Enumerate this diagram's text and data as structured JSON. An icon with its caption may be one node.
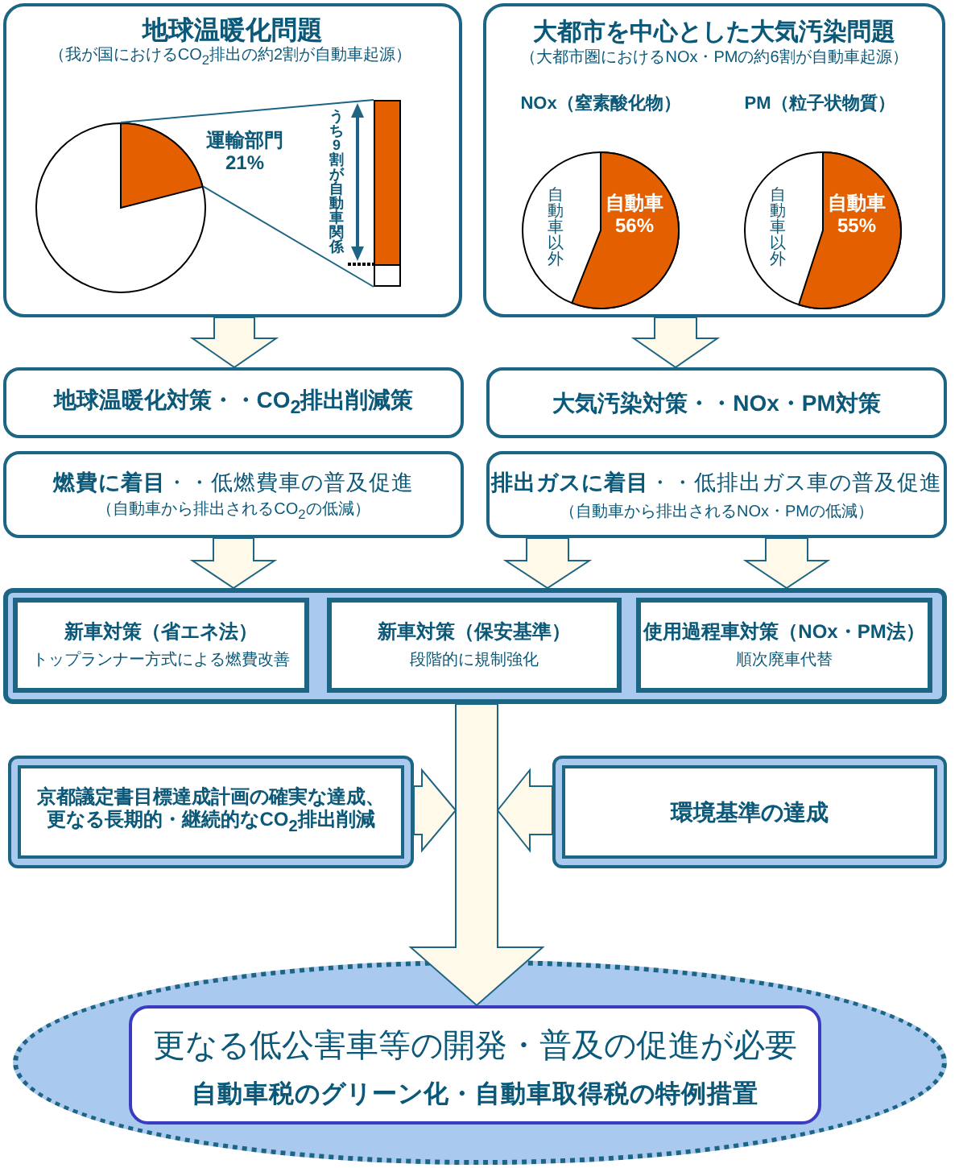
{
  "diagram": {
    "nodes": [
      {
        "text": [
          "地球温暖化問題",
          "（我が国におけるCO$_{2}$排出の約2割が自動車起源）"
        ]
      },
      {
        "text": [],
        "shape": "circle",
        "in": 0,
        "beside": [
          "運輸部門 21%"
        ]
      },
      {
        "text": [],
        "shape": "bar",
        "in": 0,
        "beside": [
          "うち9割が自動車関係"
        ]
      },
      {
        "text": [
          "大都市を中心とした大気汚染問題",
          "（大都市圏におけるNOx・PMの約6割が自動車起源）"
        ]
      },
      {
        "text": [
          "NOx（窒素酸化物）",
          "自動車以外",
          "自動車 56%"
        ],
        "in": 3
      },
      {
        "text": [
          "PM（粒子状物質）",
          "自動車以外",
          "自動車 55%"
        ],
        "in": 3
      },
      {
        "text": [
          "地球温暖化対策・・CO$_{2}$排出削減策"
        ]
      },
      {
        "text": [
          "大気汚染対策・・NOx・PM対策"
        ]
      },
      {
        "text": [
          "**燃費に着目**・・低燃費車の普及促進",
          "（自動車から排出されるCO$_{2}$の低減）"
        ]
      },
      {
        "text": [
          "**排出ガスに着目**・・低排出ガス車の普及促進",
          "（自動車から排出されるNOx・PMの低減）"
        ]
      },
      {
        "text": [],
        "shape": "box"
      },
      {
        "text": [
          "新車対策（省エネ法）",
          "トップランナー方式による燃費改善"
        ],
        "in": 10
      },
      {
        "text": [
          "新車対策（保安基準）",
          "段階的に規制強化"
        ],
        "in": 10
      },
      {
        "text": [
          "使用過程車対策（NOx・PM法）",
          "順次廃車代替"
        ],
        "in": 10
      },
      {
        "text": [
          "京都議定書目標達成計画の確実な達成、更なる長期的・継続的なCO$_{2}$排出削減"
        ]
      },
      {
        "text": [
          "環境基準の達成"
        ]
      },
      {
        "text": [],
        "shape": "ellipse"
      },
      {
        "text": [
          "更なる低公害車等の開発・普及の促進が必要",
          "自動車税のグリーン化・自動車取得税の特例措置"
        ],
        "in": 16
      }
    ],
    "edges": [
      {
        "from": 1,
        "to": 2,
        "arrow": "none"
      },
      {
        "from": 1,
        "to": 2,
        "arrow": "none"
      },
      {
        "from": 0,
        "to": 6,
        "arrow": "to"
      },
      {
        "from": 3,
        "to": 7,
        "arrow": "to"
      },
      {
        "from": 8,
        "to": 10,
        "arrow": "to"
      },
      {
        "from": 9,
        "to": 10,
        "arrow": "to"
      },
      {
        "from": 9,
        "to": 10,
        "arrow": "to"
      },
      {
        "from": 10,
        "to": 17,
        "arrow": "to"
      },
      {
        "from": 14,
        "to": null,
        "arrow": "to"
      },
      {
        "from": 15,
        "to": null,
        "arrow": "to"
      }
    ]
  }
}
